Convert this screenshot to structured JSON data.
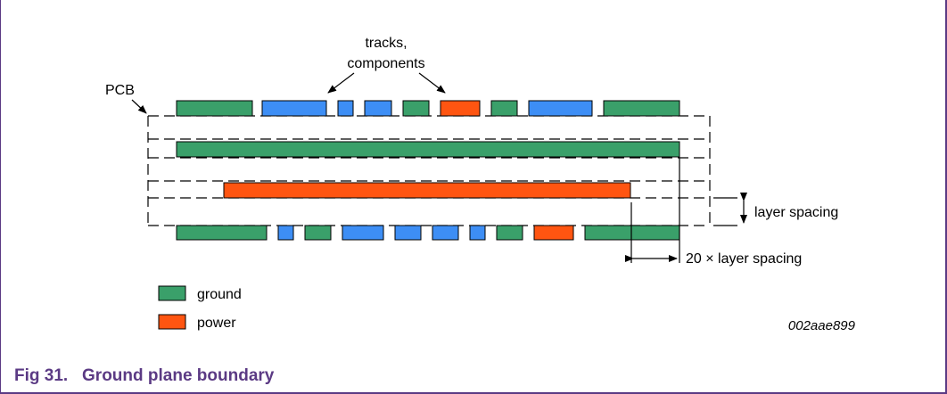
{
  "figure": {
    "caption": "Fig 31.   Ground plane boundary",
    "code": "002aae899"
  },
  "labels": {
    "tracks_line1": "tracks,",
    "tracks_line2": "components",
    "pcb": "PCB",
    "layer_spacing": "layer spacing",
    "boundary": "20 × layer spacing"
  },
  "legend": [
    {
      "label": "ground",
      "color": "#3aa06a"
    },
    {
      "label": "power",
      "color": "#ff5511"
    }
  ],
  "colors": {
    "ground": "#3aa06a",
    "power": "#ff5511",
    "signal": "#3d8ef5",
    "frame": "#5b3a84",
    "caption": "#5b3a84"
  }
}
